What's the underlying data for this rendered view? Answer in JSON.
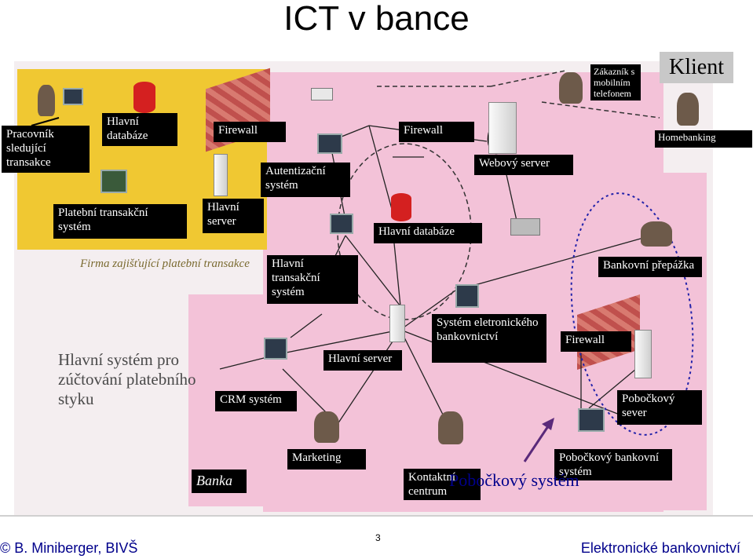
{
  "title": "ICT v bance",
  "client_label": "Klient",
  "labels": {
    "pracovnik": "Pracovník sledující transakce",
    "hlavni_databaze_left": "Hlavní databáze",
    "firewall_left": "Firewall",
    "firewall_middle": "Firewall",
    "zakaznik": "Zákazník s mobilním telefonem",
    "homebanking": "Homebanking",
    "autentizacni": "Autentizační systém",
    "webovy_server": "Webový server",
    "platebni": "Platební transakční systém",
    "hlavni_server_left": "Hlavní server",
    "hlavni_databaze_mid": "Hlavní databáze",
    "firma": "Firma zajišťující platební transakce",
    "hlavni_transakcni": "Hlavní transakční systém",
    "bankovni_prepazka": "Bankovní přepážka",
    "hlavni_system_zuctovani": "Hlavní systém pro zúčtování platebního styku",
    "hlavni_server_mid": "Hlavní server",
    "system_elektronickeho": "Systém eletronického bankovnictví",
    "firewall_right": "Firewall",
    "crm": "CRM systém",
    "pobockovy_server": "Pobočkový sever",
    "marketing": "Marketing",
    "banka": "Banka",
    "kontaktni_centrum": "Kontaktní centrum",
    "pobockovy_system_overlay": "Pobočkový systém",
    "pobockovy_bankovni": "Pobočkový bankovní systém"
  },
  "footer": {
    "author": "© B. Miniberger, BIVŠ",
    "page": "3",
    "course": "Elektronické bankovnictví"
  }
}
